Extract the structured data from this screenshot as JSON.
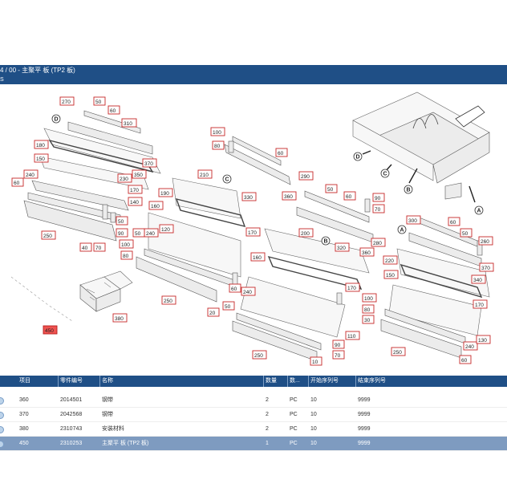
{
  "header": {
    "title": "4 / 00 - 主聚平 板 (TP2 板)",
    "subtitle": "S"
  },
  "diagram": {
    "group_markers": [
      "D",
      "C",
      "B",
      "A"
    ],
    "overview_markers": [
      "D",
      "C",
      "B",
      "A"
    ],
    "labels": {
      "d": [
        "270",
        "50",
        "60",
        "310",
        "180",
        "150",
        "370",
        "230",
        "350",
        "240",
        "60",
        "170",
        "140",
        "50",
        "250",
        "90",
        "40",
        "70"
      ],
      "c": [
        "100",
        "80",
        "60",
        "290",
        "210",
        "330",
        "360",
        "190",
        "160",
        "120",
        "240",
        "50",
        "170",
        "80",
        "100",
        "250",
        "20",
        "60",
        "50"
      ],
      "b": [
        "50",
        "60",
        "90",
        "70",
        "200",
        "280",
        "320",
        "360",
        "160",
        "240",
        "170",
        "250",
        "110",
        "90",
        "70",
        "10"
      ],
      "a": [
        "300",
        "60",
        "50",
        "260",
        "220",
        "370",
        "150",
        "340",
        "100",
        "80",
        "30",
        "170",
        "240",
        "130",
        "250",
        "60"
      ],
      "kit": "380",
      "selected": "450"
    }
  },
  "table": {
    "columns": [
      "项目",
      "零件编号",
      "名称",
      "数量",
      "数...",
      "开始序列号",
      "结束序列号"
    ],
    "rows": [
      {
        "item": "360",
        "part": "2014501",
        "name": "钢带",
        "qty": "2",
        "unit": "PC",
        "start": "10",
        "end": "9999",
        "selected": false
      },
      {
        "item": "370",
        "part": "2042568",
        "name": "钢带",
        "qty": "2",
        "unit": "PC",
        "start": "10",
        "end": "9999",
        "selected": false
      },
      {
        "item": "380",
        "part": "2310743",
        "name": "安装材料",
        "qty": "2",
        "unit": "PC",
        "start": "10",
        "end": "9999",
        "selected": false
      },
      {
        "item": "450",
        "part": "2310253",
        "name": "主聚平 板 (TP2 板)",
        "qty": "1",
        "unit": "PC",
        "start": "10",
        "end": "9999",
        "selected": true
      }
    ]
  },
  "colors": {
    "header_bg": "#1f4f86",
    "label_border": "#c62828",
    "selected_label": "#ef5350",
    "selected_row": "#7e9bc0"
  }
}
